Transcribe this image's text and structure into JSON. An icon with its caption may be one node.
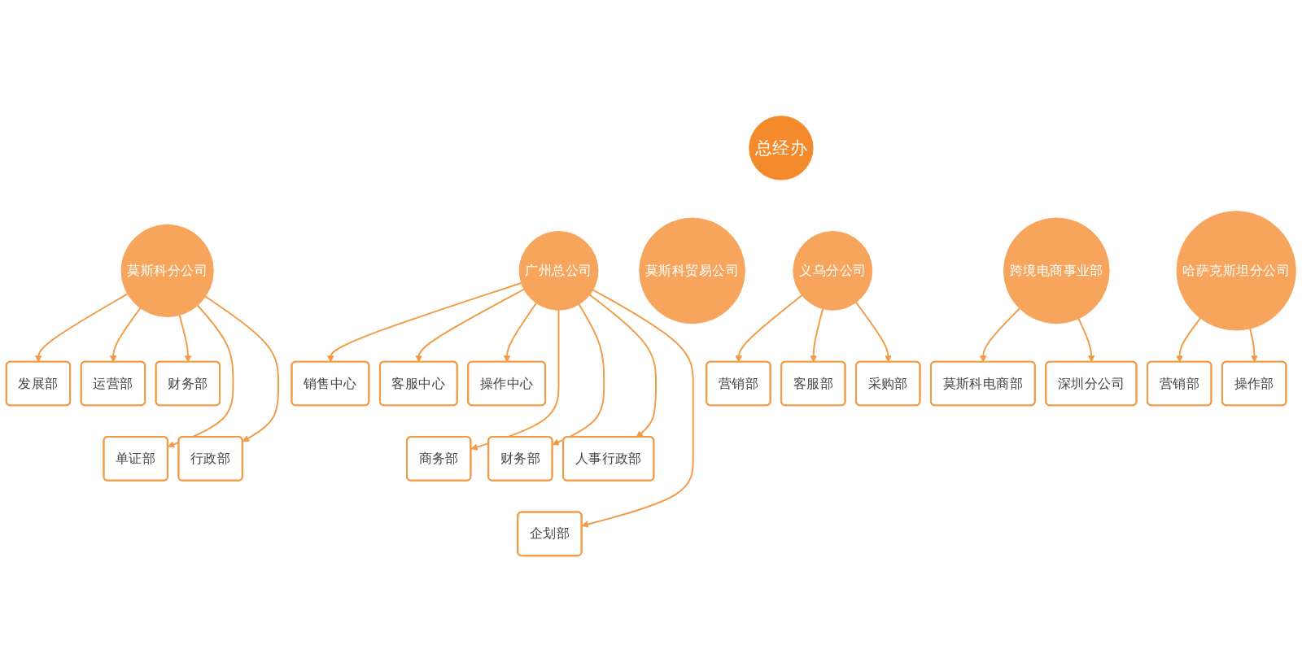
{
  "diagram": {
    "nodes": [
      {
        "text": [
          "总经办"
        ]
      },
      {
        "text": [
          "莫斯科贸易公司"
        ]
      },
      {
        "text": [
          "莫斯科分公司"
        ]
      },
      {
        "text": [
          "广州总公司"
        ]
      },
      {
        "text": [
          "义乌分公司"
        ]
      },
      {
        "text": [
          "跨境电商事业部"
        ]
      },
      {
        "text": [
          "哈萨克斯坦分公司"
        ]
      },
      {
        "text": [
          "发展部"
        ]
      },
      {
        "text": [
          "运营部"
        ]
      },
      {
        "text": [
          "财务部"
        ]
      },
      {
        "text": [
          "单证部"
        ]
      },
      {
        "text": [
          "行政部"
        ]
      },
      {
        "text": [
          "销售中心"
        ]
      },
      {
        "text": [
          "客服中心"
        ]
      },
      {
        "text": [
          "操作中心"
        ]
      },
      {
        "text": [
          "商务部"
        ]
      },
      {
        "text": [
          "财务部"
        ]
      },
      {
        "text": [
          "人事行政部"
        ]
      },
      {
        "text": [
          "企划部"
        ]
      },
      {
        "text": [
          "营销部"
        ]
      },
      {
        "text": [
          "客服部"
        ]
      },
      {
        "text": [
          "采购部"
        ]
      },
      {
        "text": [
          "莫斯科电商部"
        ]
      },
      {
        "text": [
          "深圳分公司"
        ]
      },
      {
        "text": [
          "营销部"
        ]
      },
      {
        "text": [
          "操作部"
        ]
      }
    ],
    "edges": [
      {
        "from": 2,
        "to": 7,
        "arrow": "to"
      },
      {
        "from": 2,
        "to": 8,
        "arrow": "to"
      },
      {
        "from": 2,
        "to": 9,
        "arrow": "to"
      },
      {
        "from": 2,
        "to": 10,
        "arrow": "to"
      },
      {
        "from": 2,
        "to": 11,
        "arrow": "to"
      },
      {
        "from": 3,
        "to": 12,
        "arrow": "to"
      },
      {
        "from": 3,
        "to": 13,
        "arrow": "to"
      },
      {
        "from": 3,
        "to": 14,
        "arrow": "to"
      },
      {
        "from": 3,
        "to": 15,
        "arrow": "to"
      },
      {
        "from": 3,
        "to": 16,
        "arrow": "to"
      },
      {
        "from": 3,
        "to": 17,
        "arrow": "to"
      },
      {
        "from": 3,
        "to": 18,
        "arrow": "to"
      },
      {
        "from": 4,
        "to": 19,
        "arrow": "to"
      },
      {
        "from": 4,
        "to": 20,
        "arrow": "to"
      },
      {
        "from": 4,
        "to": 21,
        "arrow": "to"
      },
      {
        "from": 5,
        "to": 22,
        "arrow": "to"
      },
      {
        "from": 5,
        "to": 23,
        "arrow": "to"
      },
      {
        "from": 6,
        "to": 24,
        "arrow": "to"
      },
      {
        "from": 6,
        "to": 25,
        "arrow": "to"
      }
    ]
  }
}
